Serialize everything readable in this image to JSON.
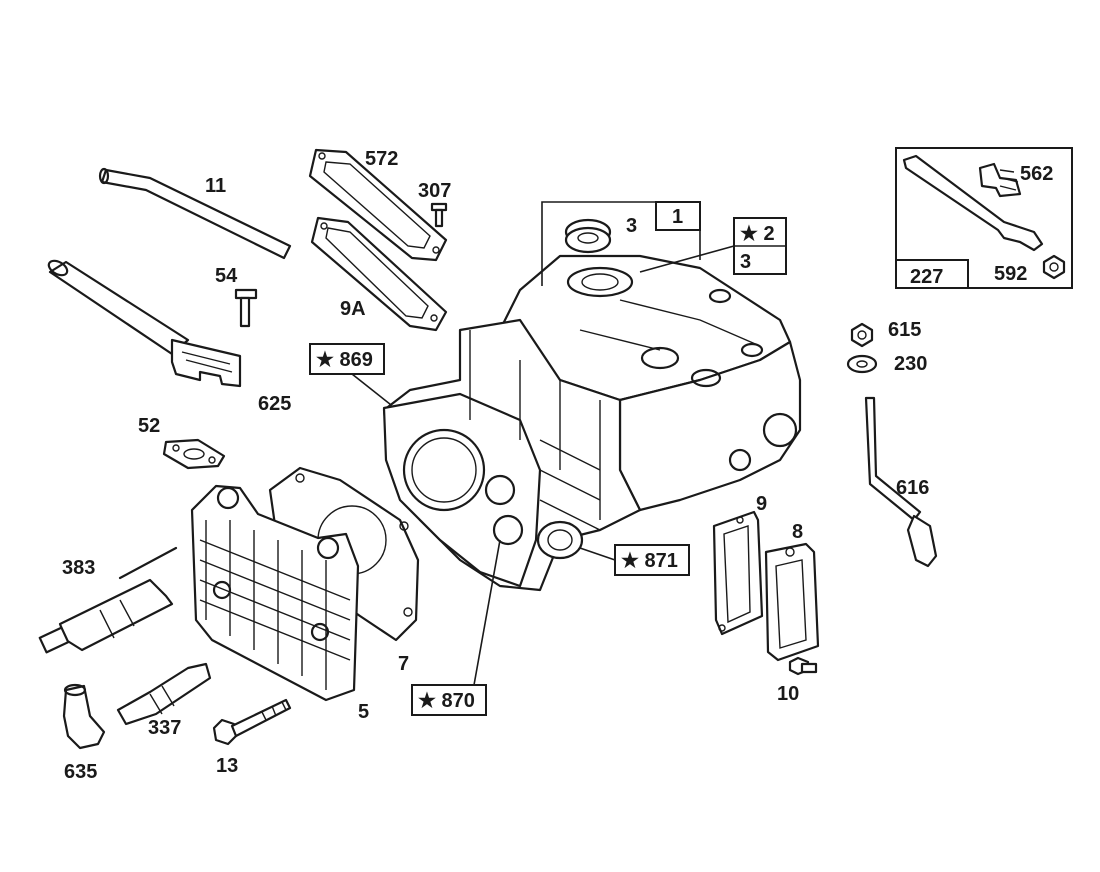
{
  "labels": {
    "p11": "11",
    "p572": "572",
    "p307": "307",
    "p54": "54",
    "p9a": "9A",
    "p625": "625",
    "p52": "52",
    "p869": "★ 869",
    "p3a": "3",
    "p1": "1",
    "p2": "★ 2",
    "p3b": "3",
    "p562": "562",
    "p227": "227",
    "p592": "592",
    "p615": "615",
    "p230": "230",
    "p616": "616",
    "p9": "9",
    "p8": "8",
    "p10": "10",
    "p871": "★ 871",
    "p870": "★ 870",
    "p383": "383",
    "p7": "7",
    "p5": "5",
    "p337": "337",
    "p635": "635",
    "p13": "13"
  }
}
